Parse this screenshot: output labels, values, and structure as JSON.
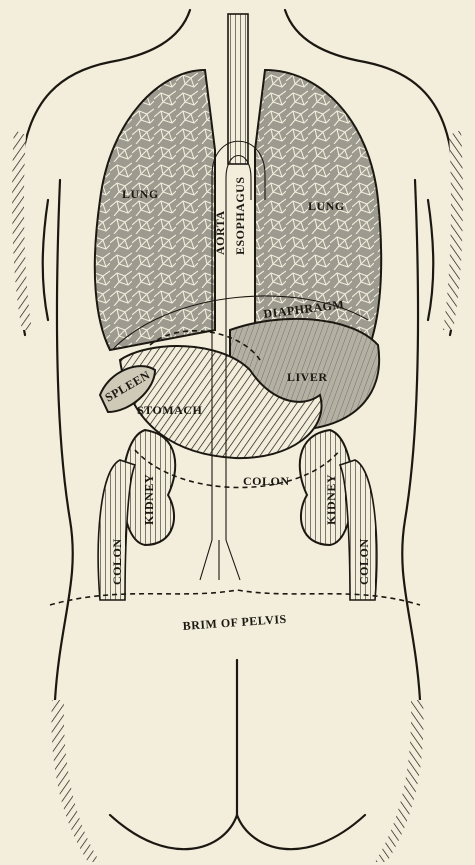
{
  "labels": {
    "lung_right": "LUNG",
    "lung_left": "LUNG",
    "aorta": "AORTA",
    "esophagus": "ESOPHAGUS",
    "diaphragm": "DIAPHRAGM",
    "spleen": "SPLEEN",
    "liver": "LIVER",
    "stomach": "STOMACH",
    "colon_transverse": "COLON",
    "kidney_right": "KIDNEY",
    "kidney_left": "KIDNEY",
    "colon_right": "COLON",
    "colon_left": "COLON",
    "brim_of_pelvis": "BRIM OF PELVIS"
  },
  "colors": {
    "paper": "#f3eedc",
    "ink": "#1b1812",
    "lung_fill": "#9d9a90",
    "liver_fill": "#b4b0a3",
    "kidney_fill": "#cfcab8"
  }
}
